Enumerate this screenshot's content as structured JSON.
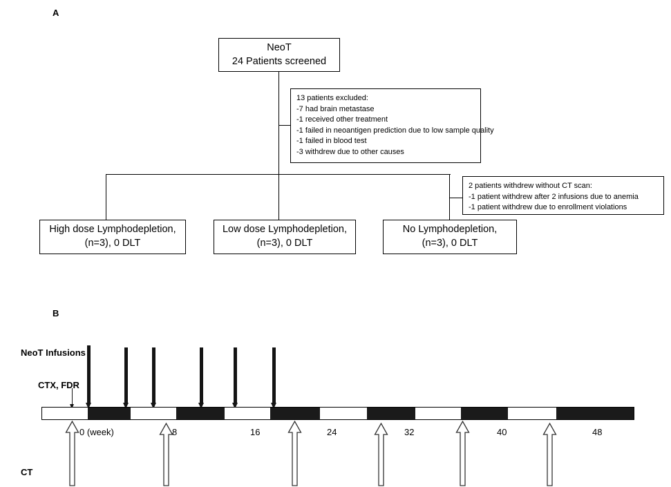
{
  "figure": {
    "panel_a_label": "A",
    "panel_b_label": "B"
  },
  "panel_a": {
    "top_box": {
      "line1": "NeoT",
      "line2": "24 Patients screened"
    },
    "excluded_box": {
      "heading": "13 patients excluded:",
      "items": [
        "-7 had brain metastase",
        "-1 received other treatment",
        "-1 failed in neoantigen prediction due to low sample quality",
        "-1 failed in blood test",
        "-3 withdrew due to other causes"
      ]
    },
    "withdrew_box": {
      "heading": "2 patients withdrew without CT scan:",
      "items": [
        "-1 patient withdrew after 2 infusions due to anemia",
        "-1 patient withdrew due to enrollment violations"
      ]
    },
    "arms": [
      {
        "line1": "High dose Lymphodepletion,",
        "line2": "(n=3), 0 DLT"
      },
      {
        "line1": "Low dose Lymphodepletion,",
        "line2": "(n=3), 0 DLT"
      },
      {
        "line1": "No Lymphodepletion,",
        "line2": "(n=3), 0 DLT"
      }
    ]
  },
  "panel_b": {
    "labels": {
      "infusions": "NeoT Infusions",
      "conditioning": "CTX, FDR",
      "imaging": "CT"
    },
    "axis": {
      "tick_labels": [
        "0 (week)",
        "8",
        "16",
        "24",
        "32",
        "40",
        "48"
      ],
      "unit": "week"
    },
    "bar_segments": [
      {
        "fill": "white"
      },
      {
        "fill": "black"
      },
      {
        "fill": "white"
      },
      {
        "fill": "black"
      },
      {
        "fill": "white"
      },
      {
        "fill": "black"
      },
      {
        "fill": "white"
      },
      {
        "fill": "black"
      },
      {
        "fill": "white"
      },
      {
        "fill": "black"
      },
      {
        "fill": "white"
      },
      {
        "fill": "black"
      }
    ],
    "infusion_count": 6,
    "ct_scan_count": 6,
    "colors": {
      "bar_dark": "#1a1a1a",
      "bar_light": "#ffffff",
      "stroke": "#000000"
    }
  }
}
